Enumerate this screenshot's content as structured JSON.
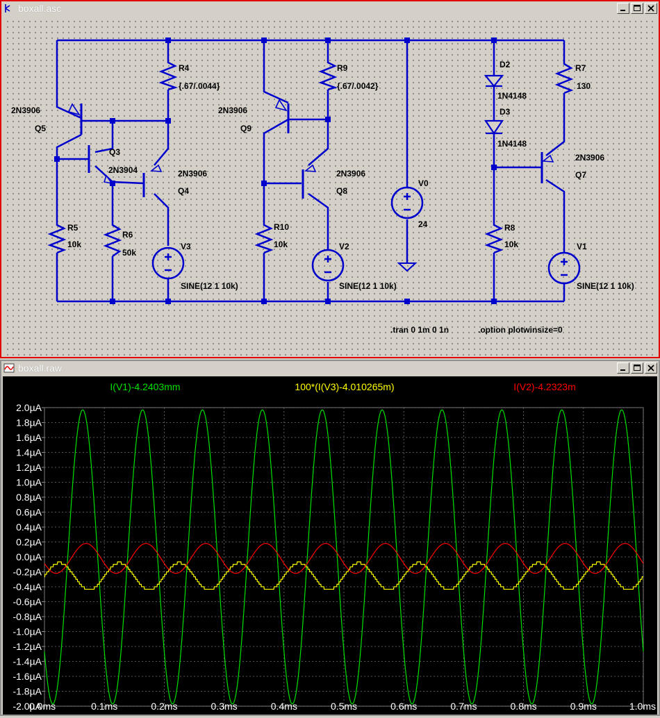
{
  "schematic_window": {
    "title": "boxall.asc",
    "labels": {
      "q5_model": "2N3906",
      "q5": "Q5",
      "q3": "Q3",
      "q3_model": "2N3904",
      "q4_model": "2N3906",
      "q4": "Q4",
      "r4": "R4",
      "r4_val": "{.67/.0044}",
      "r5": "R5",
      "r5_val": "10k",
      "r6": "R6",
      "r6_val": "50k",
      "v3": "V3",
      "v3_val": "SINE(12 1 10k)",
      "q9_model": "2N3906",
      "q9": "Q9",
      "r9": "R9",
      "r9_val": "{.67/.0042}",
      "q8_model": "2N3906",
      "q8": "Q8",
      "r10": "R10",
      "r10_val": "10k",
      "v2": "V2",
      "v2_val": "SINE(12 1 10k)",
      "v0": "V0",
      "v0_val": "24",
      "d2": "D2",
      "d2_model": "1N4148",
      "d3": "D3",
      "d3_model": "1N4148",
      "r7": "R7",
      "r7_val": "130",
      "q7_model": "2N3906",
      "q7": "Q7",
      "r8": "R8",
      "r8_val": "10k",
      "v1": "V1",
      "v1_val": "SINE(12 1 10k)",
      "tran": ".tran 0 1m 0 1n",
      "option": ".option plotwinsize=0"
    }
  },
  "plot_window": {
    "title": "boxall.raw"
  },
  "colors": {
    "wire": "#0000cc",
    "trace_v1": "#00e000",
    "trace_v3": "#ffff00",
    "trace_v2": "#ff0000",
    "schem_border": "#e00000"
  },
  "icons": [
    "schematic-app-icon",
    "waveform-app-icon",
    "minimize-icon",
    "maximize-icon",
    "close-icon"
  ],
  "chart_data": {
    "type": "line",
    "xlim": [
      0,
      1.0
    ],
    "ylim": [
      -2.0,
      2.0
    ],
    "grid": true,
    "x_ticks": [
      "0.0ms",
      "0.1ms",
      "0.2ms",
      "0.3ms",
      "0.4ms",
      "0.5ms",
      "0.6ms",
      "0.7ms",
      "0.8ms",
      "0.9ms",
      "1.0ms"
    ],
    "y_ticks": [
      "2.0µA",
      "1.8µA",
      "1.6µA",
      "1.4µA",
      "1.2µA",
      "1.0µA",
      "0.8µA",
      "0.6µA",
      "0.4µA",
      "0.2µA",
      "0.0µA",
      "-0.2µA",
      "-0.4µA",
      "-0.6µA",
      "-0.8µA",
      "-1.0µA",
      "-1.2µA",
      "-1.4µA",
      "-1.6µA",
      "-1.8µA",
      "-2.0µA"
    ],
    "series": [
      {
        "name": "I(V1)-4.2403mm",
        "color": "#00e000",
        "amplitude": 1.97,
        "offset": 0.0,
        "frequency_khz": 10,
        "phase_deg": 220
      },
      {
        "name": "100*(I(V3)-4.010265m)",
        "color": "#ffff00",
        "amplitude": 0.18,
        "offset": -0.26,
        "frequency_khz": 10,
        "phase_deg": 0,
        "quantized": true
      },
      {
        "name": "I(V2)-4.2323m",
        "color": "#ff0000",
        "amplitude": 0.2,
        "offset": -0.02,
        "frequency_khz": 10,
        "phase_deg": 200
      }
    ]
  }
}
